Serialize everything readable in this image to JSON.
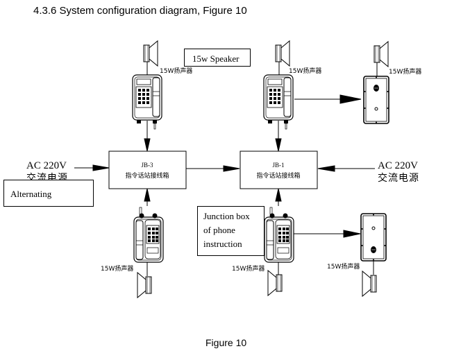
{
  "heading": "4.3.6 System configuration diagram, Figure 10",
  "caption": "Figure 10",
  "junction_boxes": [
    {
      "id": "JB-3",
      "label": "指令话站接线箱"
    },
    {
      "id": "JB-1",
      "label": "指令话站接线箱"
    }
  ],
  "speaker_label": "15W扬声器",
  "power_left": {
    "line1": "AC 220V",
    "line2": "交流电源"
  },
  "power_right": {
    "line1": "AC 220V",
    "line2": "交流电源"
  },
  "notes": {
    "speaker": "15w Speaker",
    "alternating": "Alternating",
    "junction_box": [
      "Junction box",
      "of phone",
      "instruction"
    ]
  },
  "devices": [
    {
      "type": "wall-phone",
      "position": "top-left"
    },
    {
      "type": "wall-phone",
      "position": "top-center"
    },
    {
      "type": "intercom-panel",
      "position": "top-right"
    },
    {
      "type": "wall-phone",
      "position": "bottom-left"
    },
    {
      "type": "wall-phone",
      "position": "bottom-center"
    },
    {
      "type": "intercom-panel",
      "position": "bottom-right"
    }
  ]
}
